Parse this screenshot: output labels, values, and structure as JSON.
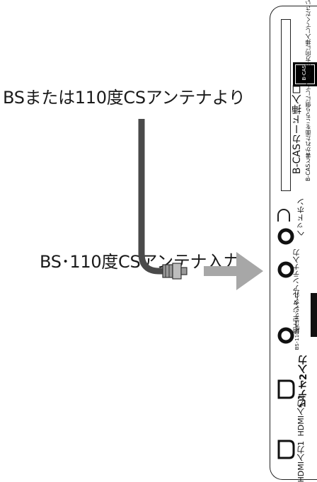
{
  "caption_top": "BSまたは110度CSアンテナより",
  "caption_bottom": "BS･110度CSアンテナ入力",
  "panel": {
    "bcas_title": "B-CASカード挿入口",
    "bcas_card_label": "B-CAS",
    "bcas_note": "B-CASと書かれた面をこちら側にして、矢印の方向に挿入してください。",
    "headphone_label": "ヘッドホン",
    "terrestrial_label": "地上デジタルアンテナ入力",
    "bs_cs_label": "BS･110度CSアンテナ入力",
    "video2_label": "ビデオ2入力",
    "hdmi2_label": "HDMI入力2",
    "hdmi1_label": "HDMI入力1"
  }
}
